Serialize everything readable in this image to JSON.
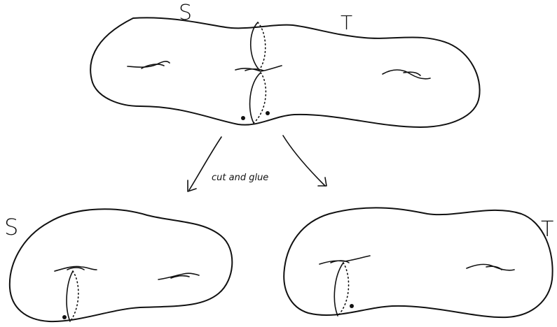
{
  "labels": {
    "top_left": "S",
    "top_right": "T",
    "bottom_left": "S",
    "bottom_right": "T",
    "operation": "cut and glue"
  }
}
